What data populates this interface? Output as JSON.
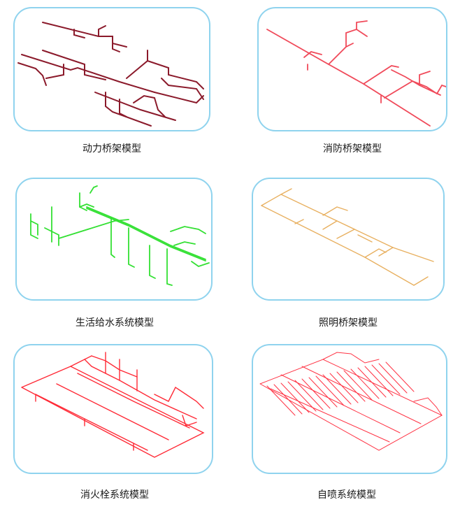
{
  "panels": [
    {
      "label": "动力桥架模型",
      "color": "#8b1a2b"
    },
    {
      "label": "消防桥架模型",
      "color": "#f04a5a"
    },
    {
      "label": "生活给水系统模型",
      "color": "#33e033"
    },
    {
      "label": "照明桥架模型",
      "color": "#e8b060"
    },
    {
      "label": "消火栓系统模型",
      "color": "#ff2a36"
    },
    {
      "label": "自喷系统模型",
      "color": "#ff3344"
    }
  ]
}
